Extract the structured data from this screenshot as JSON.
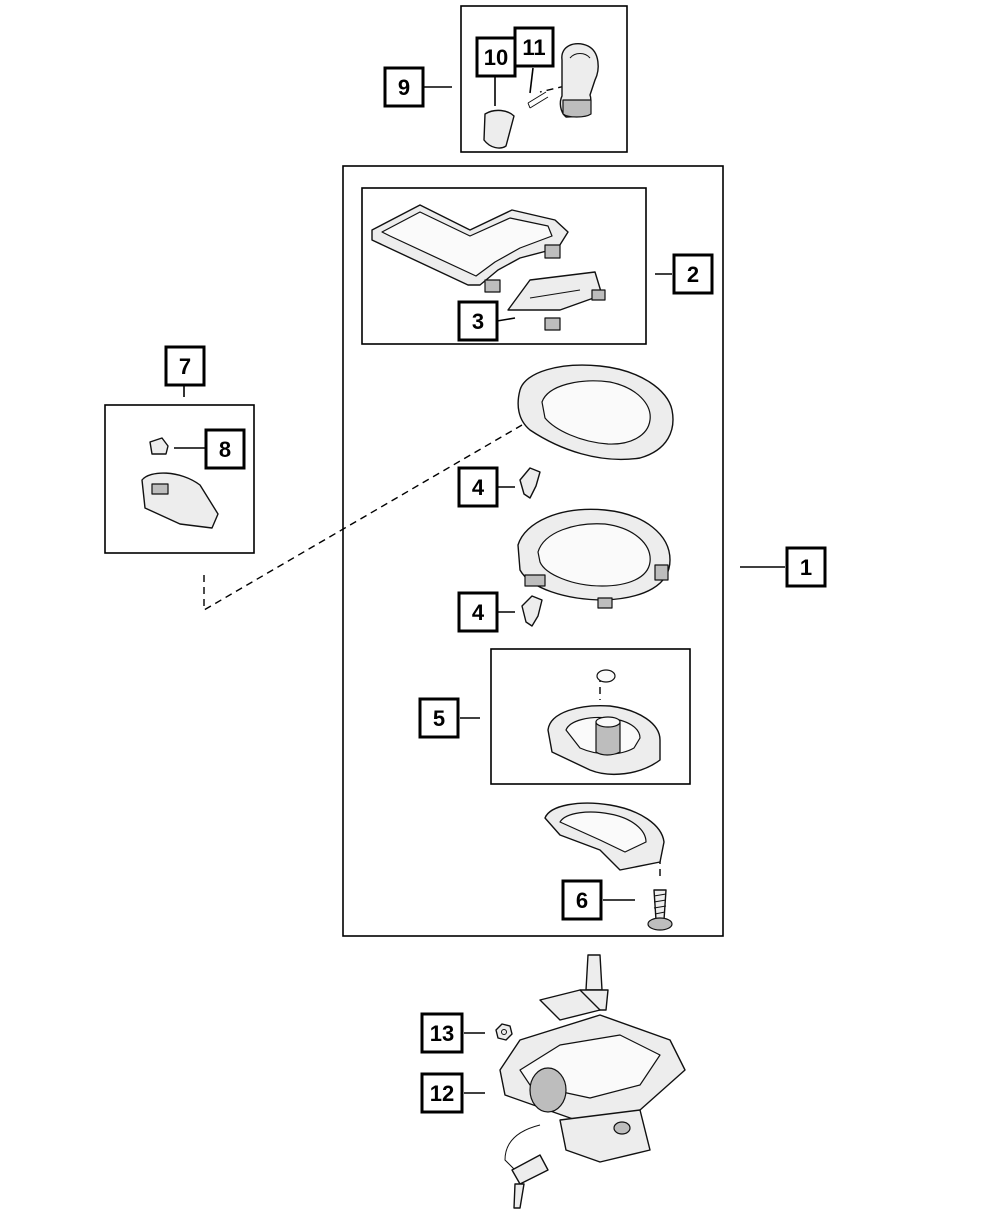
{
  "callouts": [
    {
      "id": "c1",
      "label": "1"
    },
    {
      "id": "c2",
      "label": "2"
    },
    {
      "id": "c3",
      "label": "3"
    },
    {
      "id": "c4a",
      "label": "4"
    },
    {
      "id": "c4b",
      "label": "4"
    },
    {
      "id": "c5",
      "label": "5"
    },
    {
      "id": "c6",
      "label": "6"
    },
    {
      "id": "c7",
      "label": "7"
    },
    {
      "id": "c8",
      "label": "8"
    },
    {
      "id": "c9",
      "label": "9"
    },
    {
      "id": "c10",
      "label": "10"
    },
    {
      "id": "c11",
      "label": "11"
    },
    {
      "id": "c12",
      "label": "12"
    },
    {
      "id": "c13",
      "label": "13"
    }
  ]
}
